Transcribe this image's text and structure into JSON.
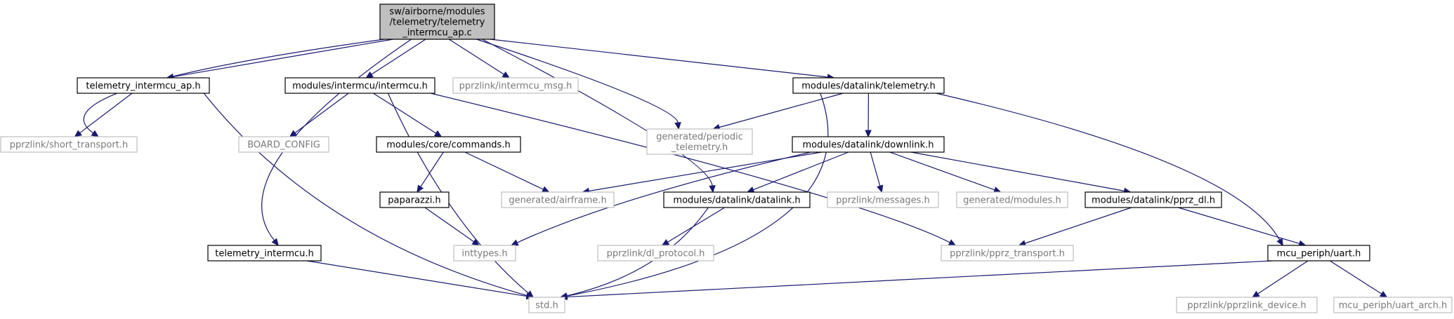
{
  "graph": {
    "nodes": [
      {
        "id": "root",
        "lines": [
          "sw/airborne/modules",
          "/telemetry/telemetry",
          "_intermcu_ap.c"
        ],
        "style": "root"
      },
      {
        "id": "tel_ap_h",
        "lines": [
          "telemetry_intermcu_ap.h"
        ],
        "style": "internal"
      },
      {
        "id": "intermcu_h",
        "lines": [
          "modules/intermcu/intermcu.h"
        ],
        "style": "internal"
      },
      {
        "id": "intermcu_msg",
        "lines": [
          "pprzlink/intermcu_msg.h"
        ],
        "style": "external"
      },
      {
        "id": "dl_telemetry",
        "lines": [
          "modules/datalink/telemetry.h"
        ],
        "style": "internal"
      },
      {
        "id": "short_transport",
        "lines": [
          "pprzlink/short_transport.h"
        ],
        "style": "external"
      },
      {
        "id": "board_config",
        "lines": [
          "BOARD_CONFIG"
        ],
        "style": "external"
      },
      {
        "id": "commands",
        "lines": [
          "modules/core/commands.h"
        ],
        "style": "internal"
      },
      {
        "id": "periodic_tel",
        "lines": [
          "generated/periodic",
          "_telemetry.h"
        ],
        "style": "external"
      },
      {
        "id": "downlink",
        "lines": [
          "modules/datalink/downlink.h"
        ],
        "style": "internal"
      },
      {
        "id": "paparazzi",
        "lines": [
          "paparazzi.h"
        ],
        "style": "internal"
      },
      {
        "id": "airframe",
        "lines": [
          "generated/airframe.h"
        ],
        "style": "external"
      },
      {
        "id": "datalink",
        "lines": [
          "modules/datalink/datalink.h"
        ],
        "style": "internal"
      },
      {
        "id": "messages",
        "lines": [
          "pprzlink/messages.h"
        ],
        "style": "external"
      },
      {
        "id": "gen_modules",
        "lines": [
          "generated/modules.h"
        ],
        "style": "external"
      },
      {
        "id": "pprz_dl",
        "lines": [
          "modules/datalink/pprz_dl.h"
        ],
        "style": "internal"
      },
      {
        "id": "tel_intermcu_h",
        "lines": [
          "telemetry_intermcu.h"
        ],
        "style": "internal"
      },
      {
        "id": "inttypes",
        "lines": [
          "inttypes.h"
        ],
        "style": "external"
      },
      {
        "id": "dl_protocol",
        "lines": [
          "pprzlink/dl_protocol.h"
        ],
        "style": "external"
      },
      {
        "id": "pprz_transport",
        "lines": [
          "pprzlink/pprz_transport.h"
        ],
        "style": "external"
      },
      {
        "id": "uart",
        "lines": [
          "mcu_periph/uart.h"
        ],
        "style": "internal"
      },
      {
        "id": "std",
        "lines": [
          "std.h"
        ],
        "style": "external"
      },
      {
        "id": "pprzlink_device",
        "lines": [
          "pprzlink/pprzlink_device.h"
        ],
        "style": "external"
      },
      {
        "id": "uart_arch",
        "lines": [
          "mcu_periph/uart_arch.h"
        ],
        "style": "external"
      }
    ],
    "edges": [
      [
        "root",
        "tel_ap_h"
      ],
      [
        "root",
        "intermcu_h"
      ],
      [
        "root",
        "intermcu_msg"
      ],
      [
        "root",
        "dl_telemetry"
      ],
      [
        "root",
        "short_transport"
      ],
      [
        "root",
        "tel_intermcu_h"
      ],
      [
        "root",
        "periodic_tel"
      ],
      [
        "root",
        "datalink"
      ],
      [
        "tel_ap_h",
        "short_transport"
      ],
      [
        "tel_ap_h",
        "std"
      ],
      [
        "intermcu_h",
        "board_config"
      ],
      [
        "intermcu_h",
        "commands"
      ],
      [
        "intermcu_h",
        "std"
      ],
      [
        "intermcu_h",
        "pprz_transport"
      ],
      [
        "commands",
        "paparazzi"
      ],
      [
        "commands",
        "airframe"
      ],
      [
        "paparazzi",
        "inttypes"
      ],
      [
        "dl_telemetry",
        "periodic_tel"
      ],
      [
        "dl_telemetry",
        "downlink"
      ],
      [
        "dl_telemetry",
        "std"
      ],
      [
        "dl_telemetry",
        "uart"
      ],
      [
        "downlink",
        "airframe"
      ],
      [
        "downlink",
        "datalink"
      ],
      [
        "downlink",
        "messages"
      ],
      [
        "downlink",
        "gen_modules"
      ],
      [
        "downlink",
        "pprz_dl"
      ],
      [
        "downlink",
        "inttypes"
      ],
      [
        "datalink",
        "dl_protocol"
      ],
      [
        "datalink",
        "std"
      ],
      [
        "pprz_dl",
        "pprz_transport"
      ],
      [
        "pprz_dl",
        "uart"
      ],
      [
        "tel_intermcu_h",
        "std"
      ],
      [
        "uart",
        "std"
      ],
      [
        "uart",
        "pprzlink_device"
      ],
      [
        "uart",
        "uart_arch"
      ]
    ]
  }
}
